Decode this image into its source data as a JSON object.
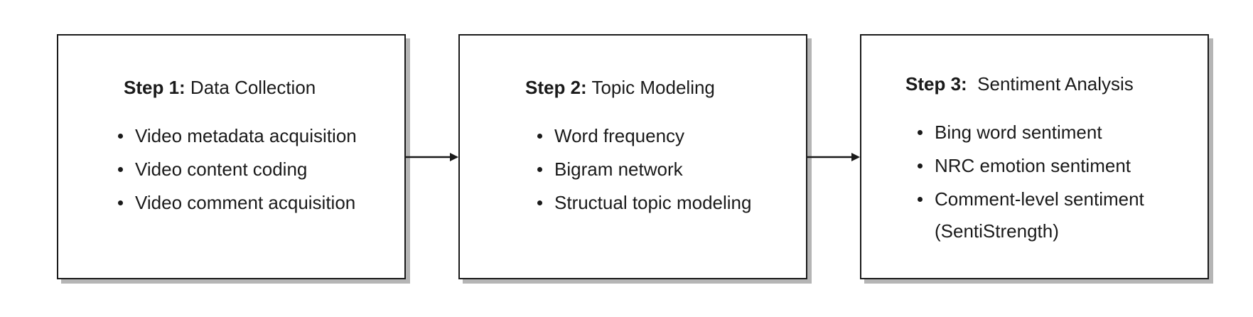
{
  "steps": [
    {
      "number_label": "Step 1:",
      "title": "Data Collection",
      "items": [
        "Video metadata acquisition",
        "Video content coding",
        "Video comment acquisition"
      ]
    },
    {
      "number_label": "Step 2:",
      "title": "Topic Modeling",
      "items": [
        "Word frequency",
        "Bigram network",
        "Structual topic modeling"
      ]
    },
    {
      "number_label": "Step 3:",
      "title": "Sentiment Analysis",
      "items": [
        "Bing word sentiment",
        "NRC emotion sentiment",
        "Comment-level sentiment"
      ],
      "item_note": "(SentiStrength)"
    }
  ],
  "colors": {
    "stroke": "#1a1a1a",
    "shadow": "#b5b5b5",
    "background": "#ffffff"
  }
}
